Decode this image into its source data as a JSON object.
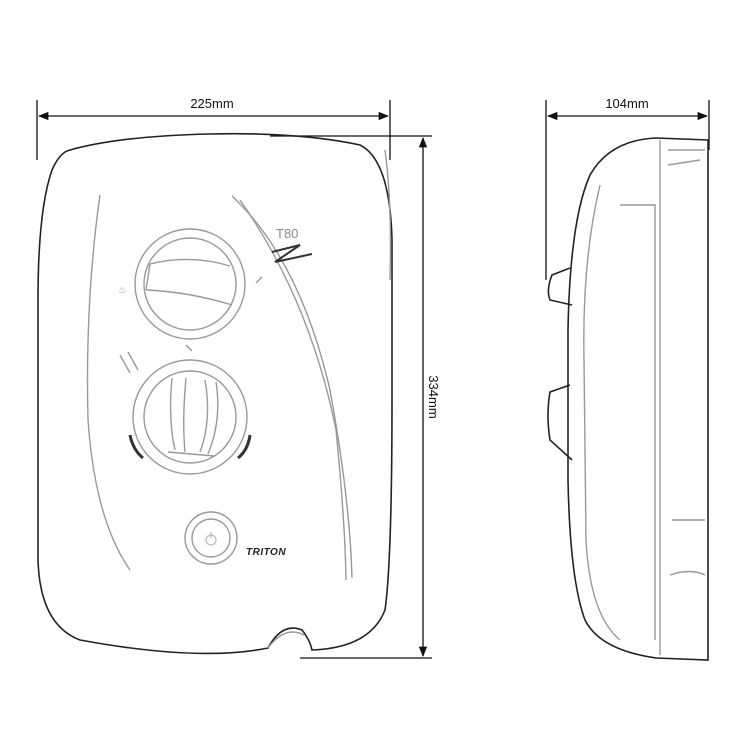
{
  "dimensions": {
    "width": "225mm",
    "height": "334mm",
    "depth": "104mm"
  },
  "front_view": {
    "model_label": "T80",
    "brand_logo": "TRITON",
    "icons": [
      "temperature-dial-icon",
      "flow-dial-icon",
      "power-button-icon"
    ]
  }
}
